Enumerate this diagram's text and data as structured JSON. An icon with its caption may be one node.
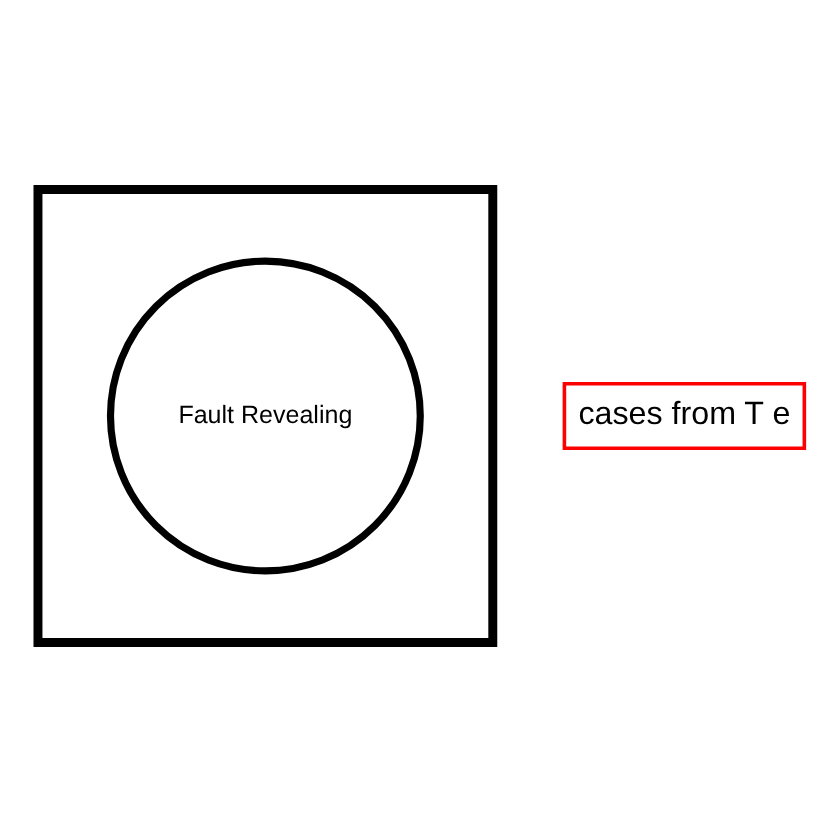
{
  "diagram": {
    "nodes": [
      {
        "text": [],
        "shape": "box"
      },
      {
        "text": [
          "Fault Revealing"
        ],
        "in": 0
      },
      {
        "text": [
          "cases from T e"
        ]
      }
    ]
  }
}
